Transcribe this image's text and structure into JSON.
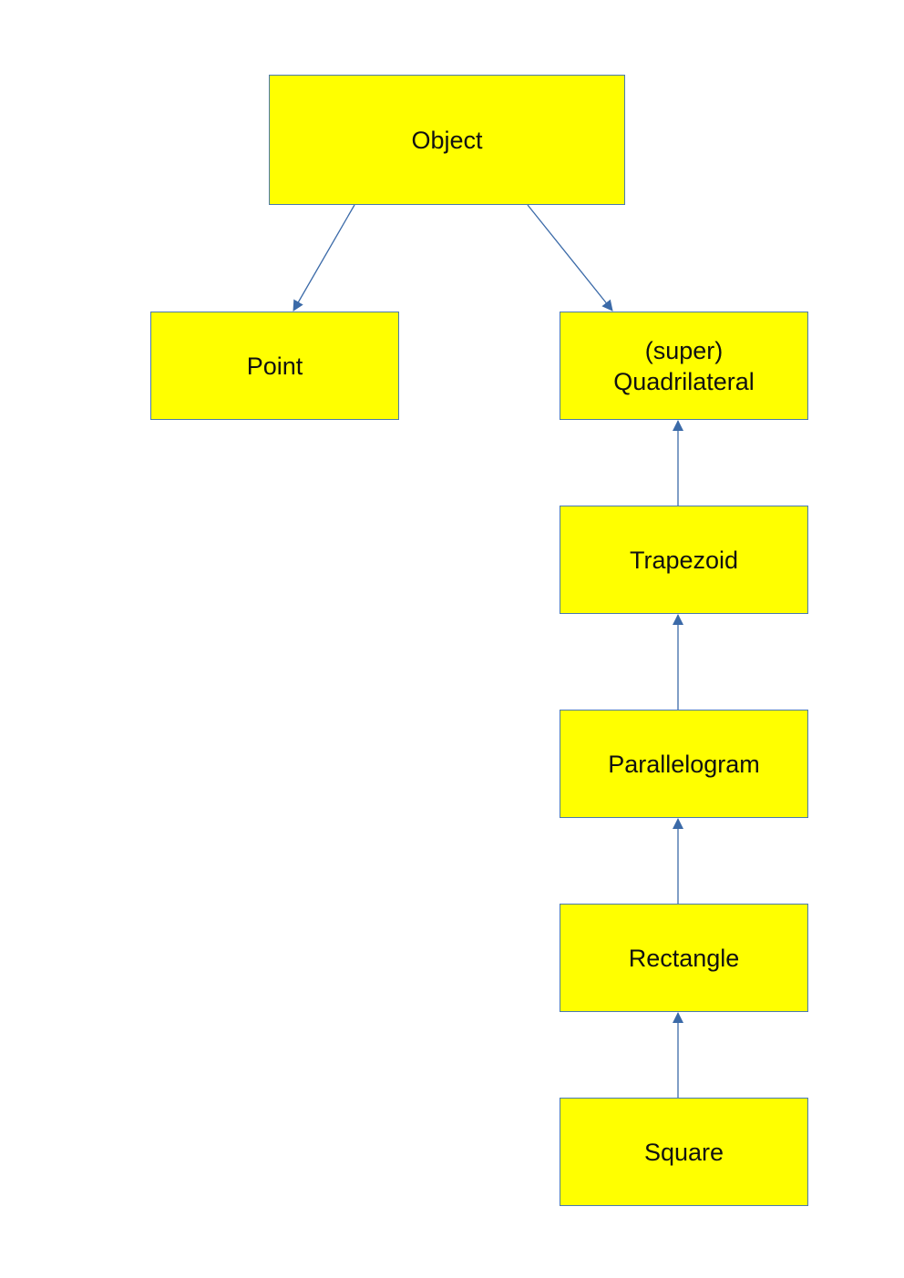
{
  "colors": {
    "box_fill": "#ffff00",
    "box_border": "#4a7ab0",
    "arrow": "#3b6aa8",
    "text": "#111111"
  },
  "nodes": {
    "object": {
      "label": "Object"
    },
    "point": {
      "label": "Point"
    },
    "quadrilateral": {
      "label": "(super)\nQuadrilateral"
    },
    "trapezoid": {
      "label": "Trapezoid"
    },
    "parallelogram": {
      "label": "Parallelogram"
    },
    "rectangle": {
      "label": "Rectangle"
    },
    "square": {
      "label": "Square"
    }
  },
  "edges": [
    {
      "from": "object",
      "to": "point"
    },
    {
      "from": "object",
      "to": "quadrilateral"
    },
    {
      "from": "trapezoid",
      "to": "quadrilateral"
    },
    {
      "from": "parallelogram",
      "to": "trapezoid"
    },
    {
      "from": "rectangle",
      "to": "parallelogram"
    },
    {
      "from": "square",
      "to": "rectangle"
    }
  ]
}
